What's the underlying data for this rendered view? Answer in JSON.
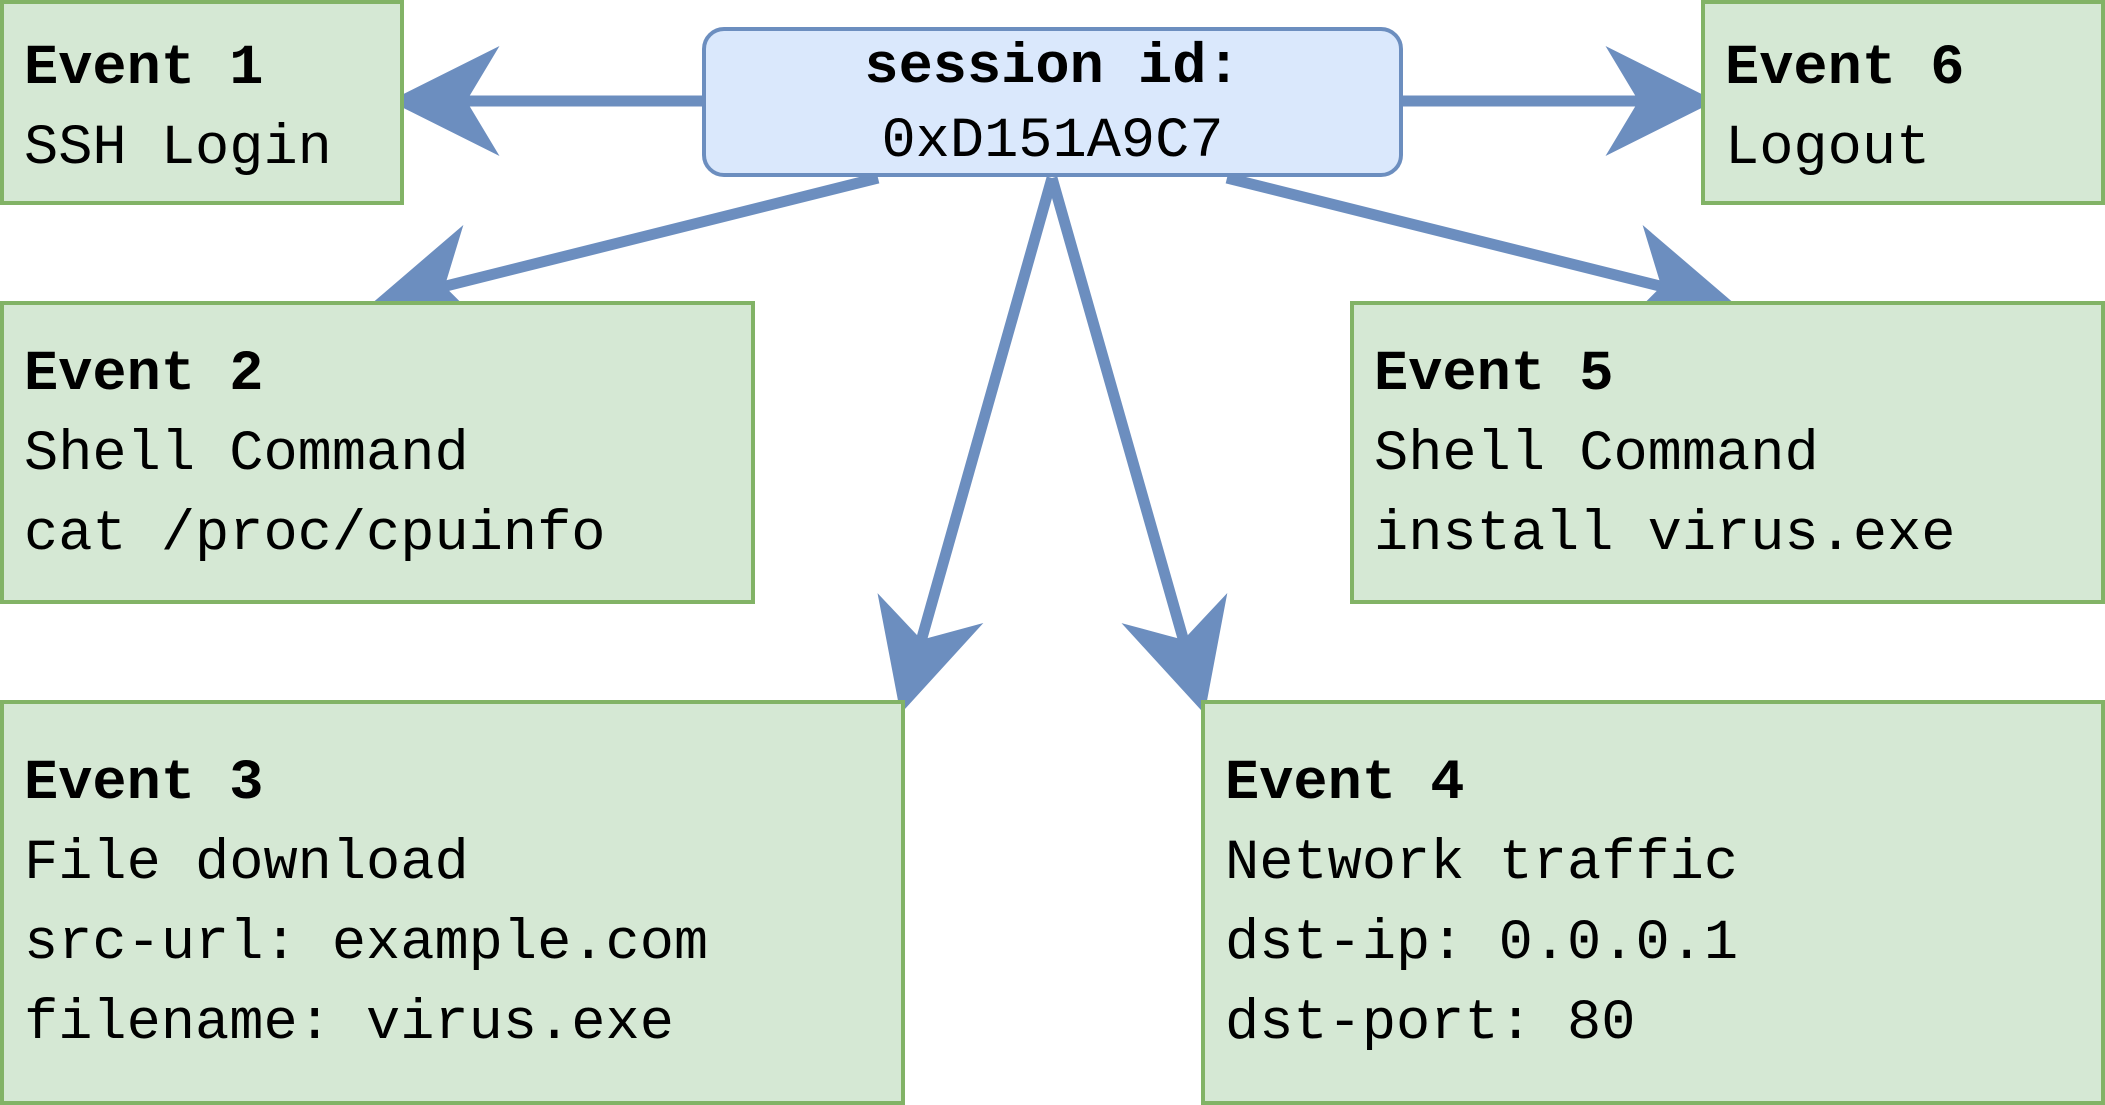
{
  "session": {
    "label": "session id:",
    "value": "0xD151A9C7"
  },
  "events": {
    "e1": {
      "title": "Event 1",
      "lines": [
        "SSH Login"
      ]
    },
    "e2": {
      "title": "Event 2",
      "lines": [
        "Shell Command",
        "cat /proc/cpuinfo"
      ]
    },
    "e3": {
      "title": "Event 3",
      "lines": [
        "File download",
        "src-url: example.com",
        "filename: virus.exe"
      ]
    },
    "e4": {
      "title": "Event 4",
      "lines": [
        "Network traffic",
        "dst-ip: 0.0.0.1",
        "dst-port: 80"
      ]
    },
    "e5": {
      "title": "Event 5",
      "lines": [
        "Shell Command",
        "install virus.exe"
      ]
    },
    "e6": {
      "title": "Event 6",
      "lines": [
        "Logout"
      ]
    }
  },
  "colors": {
    "arrow": "#6c8ebf",
    "session_fill": "#dae8fc",
    "session_stroke": "#6c8ebf",
    "event_fill": "#d5e8d4",
    "event_stroke": "#82b366"
  }
}
